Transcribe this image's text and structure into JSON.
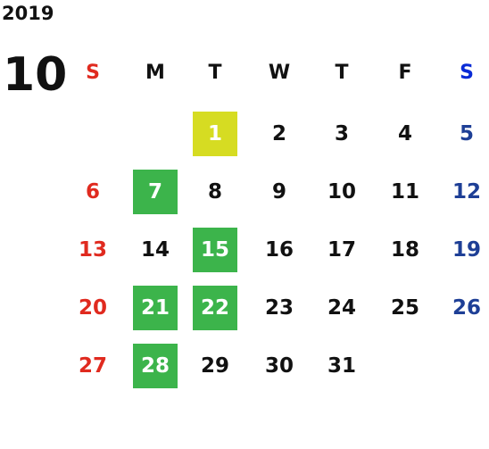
{
  "year": "2019",
  "month": "10",
  "weekdays": [
    "S",
    "M",
    "T",
    "W",
    "T",
    "F",
    "S"
  ],
  "weeks": [
    [
      "",
      "",
      "1",
      "2",
      "3",
      "4",
      "5"
    ],
    [
      "6",
      "7",
      "8",
      "9",
      "10",
      "11",
      "12"
    ],
    [
      "13",
      "14",
      "15",
      "16",
      "17",
      "18",
      "19"
    ],
    [
      "20",
      "21",
      "22",
      "23",
      "24",
      "25",
      "26"
    ],
    [
      "27",
      "28",
      "29",
      "30",
      "31",
      "",
      ""
    ]
  ],
  "highlights": {
    "1": "yellow",
    "7": "green",
    "15": "green",
    "21": "green",
    "22": "green",
    "28": "green"
  },
  "colors": {
    "sunday": "#e02a1f",
    "saturday": "#1e3f96",
    "saturday_header": "#0a2bd6",
    "highlight_green": "#3cb44b",
    "highlight_yellow": "#d6dc22"
  }
}
